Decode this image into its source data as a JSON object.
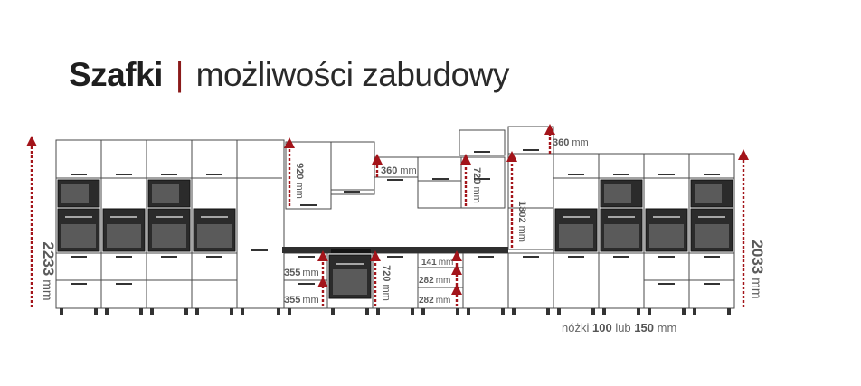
{
  "title": {
    "bold": "Szafki",
    "separator": "|",
    "rest": "możliwości zabudowy"
  },
  "dimensions": {
    "left_total": {
      "value": "2233",
      "unit": "mm"
    },
    "right_total": {
      "value": "2033",
      "unit": "mm"
    },
    "wall_920": {
      "value": "920",
      "unit": "mm"
    },
    "hood_360": {
      "value": "360",
      "unit": "mm"
    },
    "wall_720": {
      "value": "720",
      "unit": "mm"
    },
    "top_360": {
      "value": "360",
      "unit": "mm"
    },
    "tall_1302": {
      "value": "1302",
      "unit": "mm"
    },
    "base_355_top": {
      "value": "355",
      "unit": "mm"
    },
    "base_355_bottom": {
      "value": "355",
      "unit": "mm"
    },
    "base_720": {
      "value": "720",
      "unit": "mm"
    },
    "drawer_141": {
      "value": "141",
      "unit": "mm"
    },
    "drawer_282_top": {
      "value": "282",
      "unit": "mm"
    },
    "drawer_282_bottom": {
      "value": "282",
      "unit": "mm"
    }
  },
  "legs_note": {
    "prefix": "nóżki",
    "a": "100",
    "mid": "lub",
    "b": "150",
    "unit": "mm"
  },
  "colors": {
    "arrow": "#a3141a",
    "outline": "#4a4a4a",
    "appliance": "#2b2b2b",
    "countertop": "#2f2f2f"
  }
}
